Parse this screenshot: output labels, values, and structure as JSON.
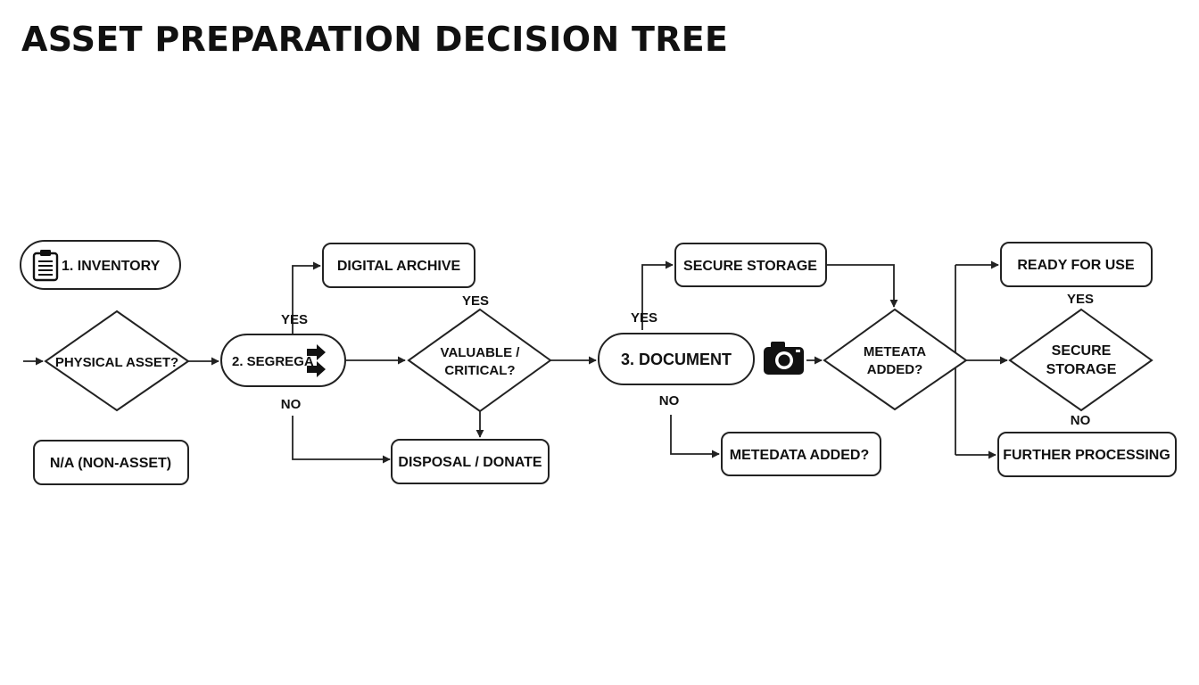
{
  "title": "ASSET PREPARATION DECISION TREE",
  "nodes": {
    "inventory": "1. INVENTORY",
    "physical_asset": "PHYSICAL ASSET?",
    "na_non_asset": "N/A (NON-ASSET)",
    "segregate": "2. SEGREGA⁠",
    "digital_archive": "DIGITAL ARCHIVE",
    "valuable_critical": [
      "VALUABLE /",
      "CRITICAL?"
    ],
    "disposal_donate": "DISPOSAL / DONATE",
    "document": "3.  DOCUMENT",
    "secure_storage_top": "SECURE STORAGE",
    "metedata_added_box": "METEDATA ADDED?",
    "meteata_added": [
      "METEATA",
      "ADDED?"
    ],
    "ready_for_use": "READY FOR USE",
    "secure_storage_diamond": [
      "SECURE",
      "STORAGE"
    ],
    "further_processing": "FURTHER PROCESSING"
  },
  "edge_labels": {
    "yes_1": "YES",
    "no_1": "NO",
    "yes_2": "YES",
    "yes_3": "YES",
    "no_3": "NO",
    "yes_4": "YES",
    "no_4": "NO"
  },
  "icons": [
    "clipboard-icon",
    "arrows-icon",
    "camera-icon"
  ]
}
